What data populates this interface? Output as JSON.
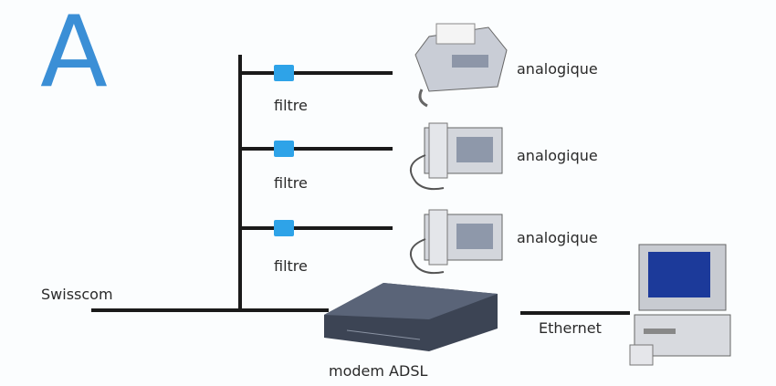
{
  "panel_letter": "A",
  "labels": {
    "filters": [
      "filtre",
      "filtre",
      "filtre"
    ],
    "devices": [
      "analogique",
      "analogique",
      "analogique"
    ],
    "network": "Swisscom",
    "modem": "modem ADSL",
    "link": "Ethernet"
  },
  "colors": {
    "accent": "#3b8fd6",
    "line": "#1a1a1a",
    "filter": "#2ea3e8"
  }
}
